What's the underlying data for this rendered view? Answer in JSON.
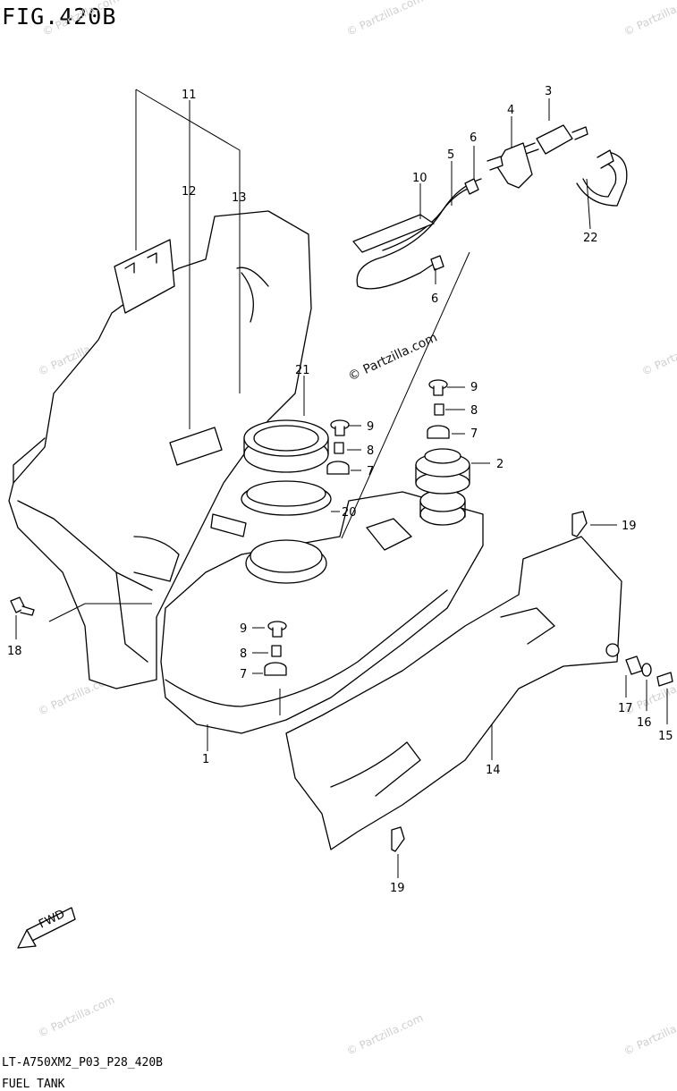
{
  "figure_title": "FIG.420B",
  "diagram_code": "LT-A750XM2_P03_P28_420B",
  "caption": "FUEL TANK",
  "watermark_center": "© Partzilla.com",
  "watermark_faint": "© Partzilla.com",
  "fwd_label": "FWD",
  "callouts": {
    "c1": "1",
    "c2": "2",
    "c3": "3",
    "c4": "4",
    "c5": "5",
    "c6a": "6",
    "c6b": "6",
    "c7a": "7",
    "c7b": "7",
    "c7c": "7",
    "c8a": "8",
    "c8b": "8",
    "c8c": "8",
    "c9a": "9",
    "c9b": "9",
    "c9c": "9",
    "c10": "10",
    "c11": "11",
    "c12": "12",
    "c13": "13",
    "c14": "14",
    "c15": "15",
    "c16": "16",
    "c17": "17",
    "c18": "18",
    "c19a": "19",
    "c19b": "19",
    "c20": "20",
    "c21": "21",
    "c22": "22"
  },
  "colors": {
    "line": "#000000",
    "background": "#ffffff",
    "watermark": "#cfcfcf"
  }
}
